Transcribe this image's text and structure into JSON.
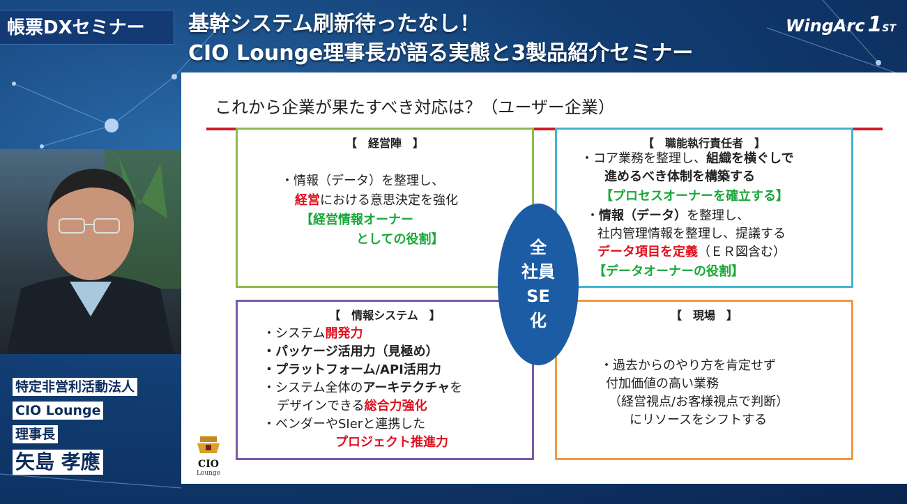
{
  "header": {
    "tag": "帳票DXセミナー",
    "title_line1": "基幹システム刷新待ったなし！",
    "title_line2": "CIO Lounge理事長が語る実態と3製品紹介セミナー",
    "logo_text": "WingArc",
    "logo_one": "1",
    "logo_st": "ST"
  },
  "slide": {
    "title": "これから企業が果たすべき対応は？（ユーザー企業）",
    "center": [
      "全",
      "社員",
      "SE",
      "化"
    ],
    "management": {
      "heading": "【　経営陣　】",
      "l1": "・情報（データ）を整理し、",
      "l2_red": "経営",
      "l2_rest": "における意思決定を強化",
      "l3": "【経営情報オーナー",
      "l4": "としての役割】"
    },
    "executive": {
      "heading": "【　職能執行責任者　】",
      "l1a": "・コア業務を整理し、",
      "l1b": "組織を横ぐしで",
      "l2": "進めるべき体制を構築する",
      "l3": "【プロセスオーナーを確立する】",
      "l4a": "・",
      "l4b": "情報（データ）",
      "l4c": "を整理し、",
      "l5": "社内管理情報を整理し、提議する",
      "l6_red": "データ項目を定義",
      "l6_rest": "（ＥＲ図含む）",
      "l7": "【データオーナーの役割】"
    },
    "info_system": {
      "heading": "【　情報システム　】",
      "l1a": "・システム",
      "l1b": "開発力",
      "l2": "・パッケージ活用力（見極め）",
      "l3": "・プラットフォーム/API活用力",
      "l4a": "・システム全体の",
      "l4b": "アーキテクチャ",
      "l4c": "を",
      "l5a": "デザインできる",
      "l5b": "総合力強化",
      "l6": "・ベンダーやSIerと連携した",
      "l7": "プロジェクト推進力"
    },
    "site": {
      "heading": "【　現場　】",
      "l1": "・過去からのやり方を肯定せず",
      "l2": "付加価値の高い業務",
      "l3": "（経営視点/お客様視点で判断）",
      "l4": "にリソースをシフトする"
    },
    "cio_logo": {
      "text": "CIO",
      "sub": "Lounge"
    }
  },
  "speaker": {
    "org": "特定非営利活動法人",
    "org_name": "CIO Lounge",
    "role": "理事長",
    "name": "矢島 孝應"
  }
}
